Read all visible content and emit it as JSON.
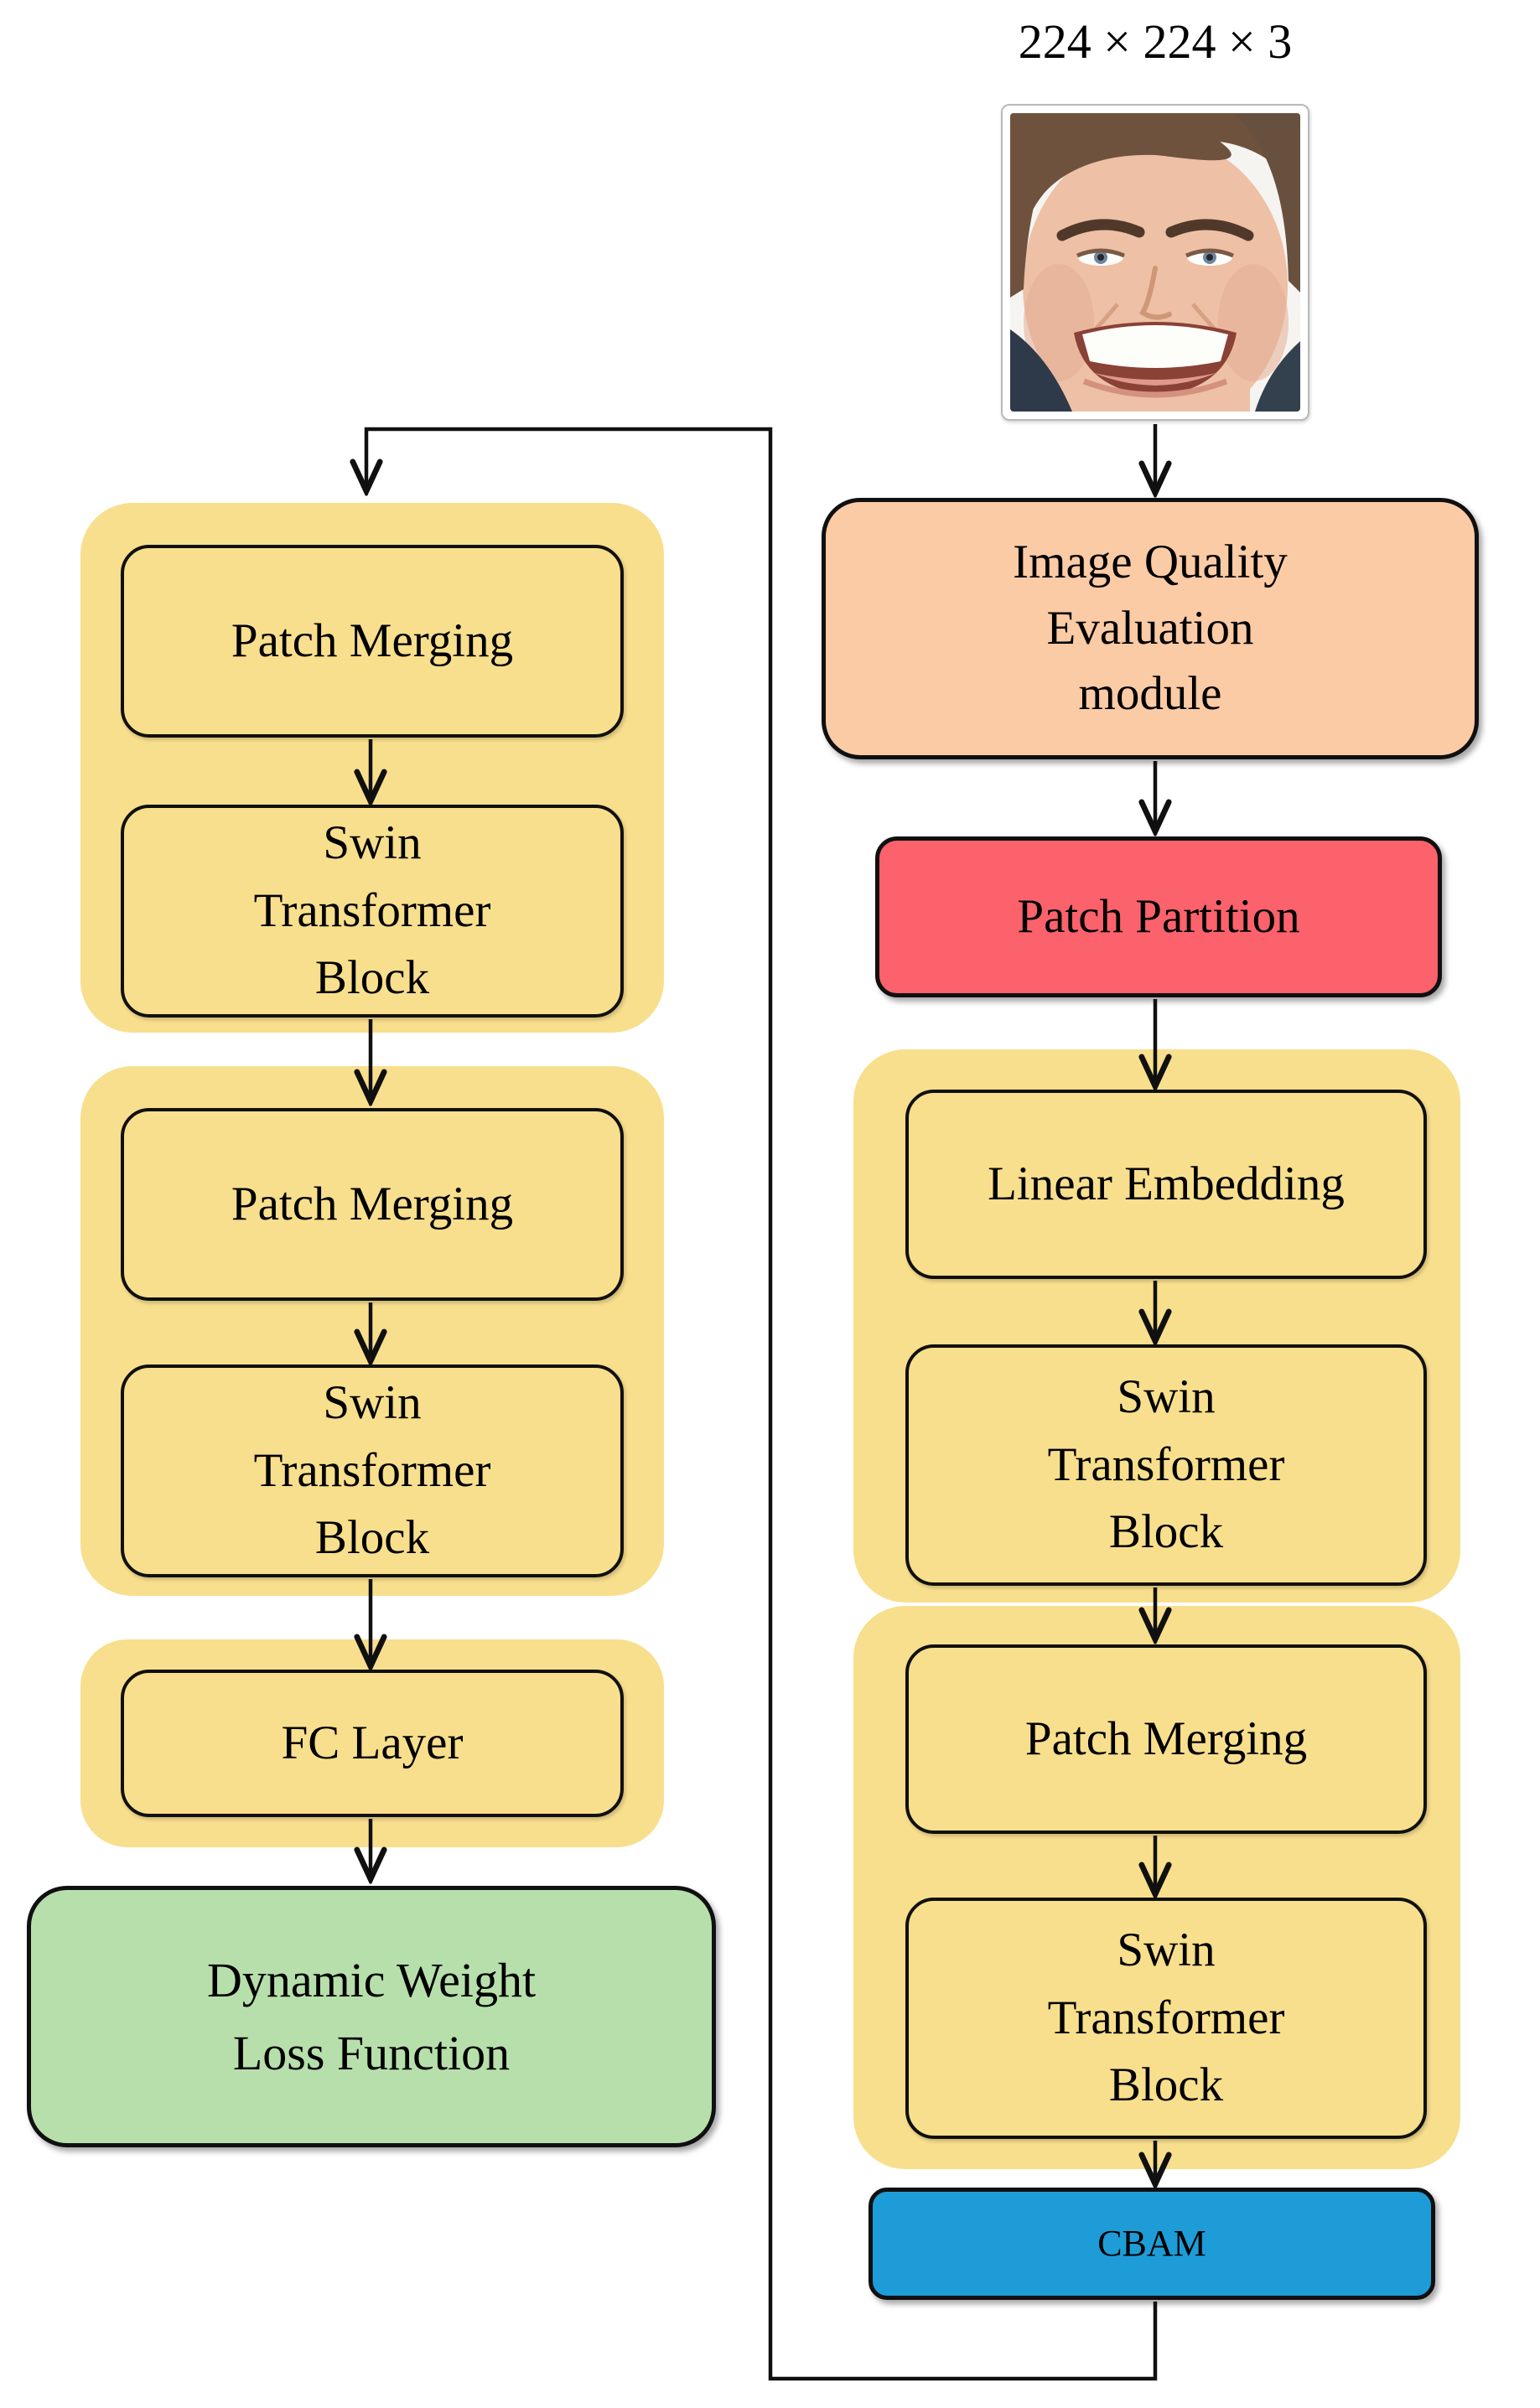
{
  "input": {
    "dimensions_label": "224 × 224 × 3",
    "image_description": "smiling-man-face-photo"
  },
  "right_column": {
    "image_quality_module_lines": [
      "Image Quality",
      "Evaluation",
      "module"
    ],
    "patch_partition_label": "Patch Partition",
    "stage1": {
      "linear_embedding_label": "Linear Embedding",
      "swin_block_lines": [
        "Swin",
        "Transformer",
        "Block"
      ]
    },
    "stage2": {
      "patch_merging_label": "Patch Merging",
      "swin_block_lines": [
        "Swin",
        "Transformer",
        "Block"
      ]
    },
    "cbam_label": "CBAM"
  },
  "left_column": {
    "stage3": {
      "patch_merging_label": "Patch Merging",
      "swin_block_lines": [
        "Swin",
        "Transformer",
        "Block"
      ]
    },
    "stage4": {
      "patch_merging_label": "Patch Merging",
      "swin_block_lines": [
        "Swin",
        "Transformer",
        "Block"
      ]
    },
    "fc_layer_label": "FC Layer",
    "loss_function_lines": [
      "Dynamic Weight",
      "Loss Function"
    ]
  },
  "colors": {
    "stage_group_fill": "#F8DF8D",
    "image_quality_module_fill": "#FBCBA6",
    "patch_partition_fill": "#FB626B",
    "cbam_fill": "#1E9CD8",
    "loss_function_fill": "#B7DFAB"
  }
}
